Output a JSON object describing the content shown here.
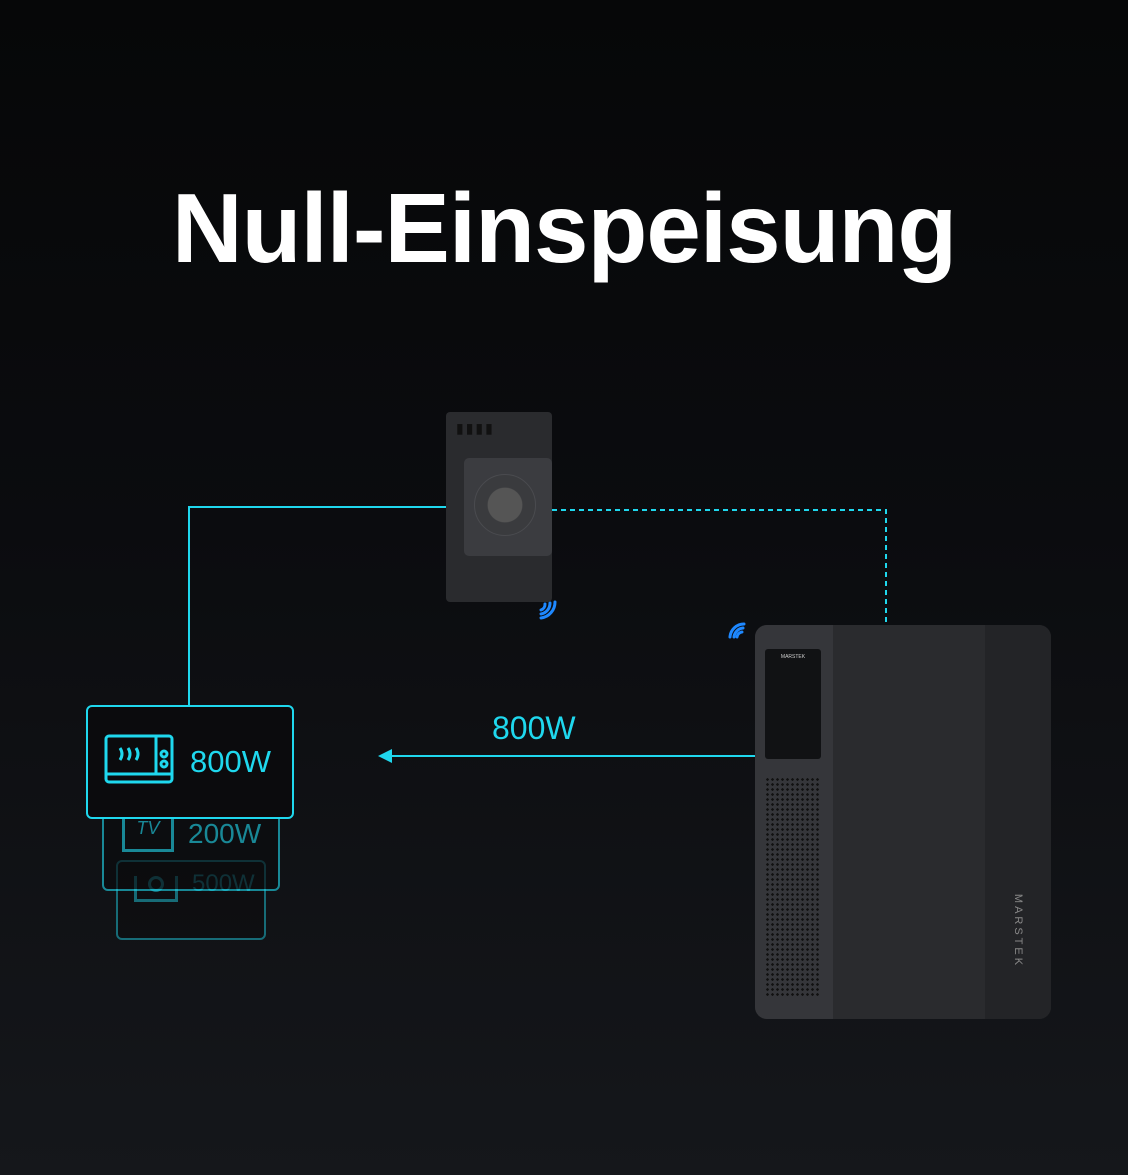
{
  "title": "Null-Einspeisung",
  "flow_label": "800W",
  "appliances": [
    {
      "icon": "microwave-icon",
      "power": "800W"
    },
    {
      "icon": "tv-icon",
      "power": "200W",
      "tv_text": "TV"
    },
    {
      "icon": "washing-machine-icon",
      "power": "500W"
    }
  ],
  "battery": {
    "brand": "MARSTEK"
  },
  "colors": {
    "accent": "#1fd8ee",
    "wifi": "#1e88ff"
  }
}
